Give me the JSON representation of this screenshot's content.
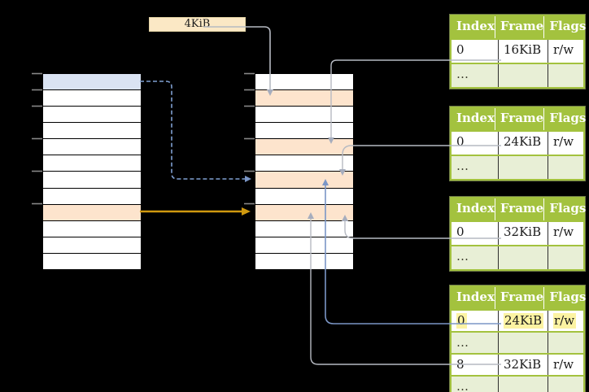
{
  "colors": {
    "canvas-bg": "#000000",
    "green": "#a3c23e",
    "green-light": "#e8efd6",
    "row-orange": "#fde4cd",
    "row-blue": "#dae3f3",
    "row-white": "#ffffff",
    "label-bg": "#fbe8c5",
    "label-border": "#e2d2a4",
    "hl-yellow": "#fcf3a2",
    "line-gray": "#b6bac2",
    "line-blue": "#7b96c6",
    "line-blue-dash": "#7f9fd1",
    "line-orange": "#d0990f",
    "arrow-gray": "#a6adbd",
    "tick-gray": "#888888"
  },
  "size_label": {
    "text": "4KiB"
  },
  "left_table": {
    "rows": [
      "blue",
      "white",
      "white",
      "white",
      "white",
      "white",
      "white",
      "white",
      "orange",
      "white",
      "white",
      "white"
    ]
  },
  "middle_table": {
    "rows": [
      "white",
      "orange",
      "white",
      "white",
      "orange",
      "white",
      "orange",
      "white",
      "orange",
      "white",
      "white",
      "white"
    ]
  },
  "page_tables": [
    {
      "name": "page-table-16kib",
      "headers": [
        "Index",
        "Frame",
        "Flags"
      ],
      "rows": [
        {
          "cells": [
            "0",
            "16KiB",
            "r/w"
          ],
          "variant": "data",
          "highlight": false
        },
        {
          "cells": [
            "…",
            "",
            ""
          ],
          "variant": "ellipsis",
          "highlight": false
        }
      ]
    },
    {
      "name": "page-table-24kib",
      "headers": [
        "Index",
        "Frame",
        "Flags"
      ],
      "rows": [
        {
          "cells": [
            "0",
            "24KiB",
            "r/w"
          ],
          "variant": "data",
          "highlight": false
        },
        {
          "cells": [
            "…",
            "",
            ""
          ],
          "variant": "ellipsis",
          "highlight": false
        }
      ]
    },
    {
      "name": "page-table-32kib",
      "headers": [
        "Index",
        "Frame",
        "Flags"
      ],
      "rows": [
        {
          "cells": [
            "0",
            "32KiB",
            "r/w"
          ],
          "variant": "data",
          "highlight": false
        },
        {
          "cells": [
            "…",
            "",
            ""
          ],
          "variant": "ellipsis",
          "highlight": false
        }
      ]
    },
    {
      "name": "page-table-mixed",
      "headers": [
        "Index",
        "Frame",
        "Flags"
      ],
      "rows": [
        {
          "cells": [
            "0",
            "24KiB",
            "r/w"
          ],
          "variant": "data",
          "highlight": true
        },
        {
          "cells": [
            "…",
            "",
            ""
          ],
          "variant": "ellipsis",
          "highlight": false
        },
        {
          "cells": [
            "8",
            "32KiB",
            "r/w"
          ],
          "variant": "data",
          "highlight": false
        },
        {
          "cells": [
            "…",
            "",
            ""
          ],
          "variant": "ellipsis",
          "highlight": false
        }
      ]
    }
  ]
}
